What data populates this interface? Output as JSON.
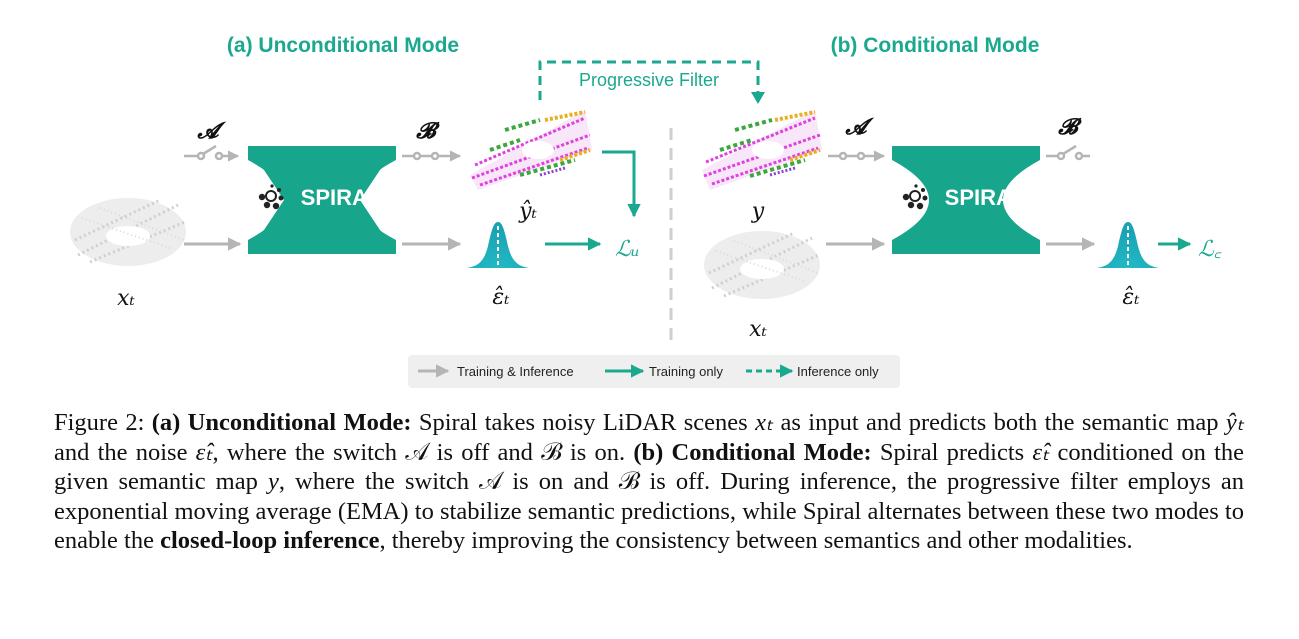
{
  "diagram": {
    "panel_a_title": "(a) Unconditional Mode",
    "panel_b_title": "(b) Conditional Mode",
    "progressive_filter_label": "Progressive Filter",
    "model_label": "SPIRAL",
    "switch_a_label": "𝓐",
    "switch_b_label": "𝓑",
    "symbols": {
      "x_t": "xₜ",
      "y_hat_t": "ŷₜ",
      "eps_hat_t": "ε̂ₜ",
      "y": "y",
      "loss_u": "ℒᵤ",
      "loss_c": "ℒ꜀"
    },
    "legend": {
      "training_and_inference": "Training & Inference",
      "training_only": "Training only",
      "inference_only": "Inference only"
    },
    "colors": {
      "teal": "#1aa88f",
      "dark_teal": "#17a58c",
      "gray_arrow": "#b5b5b5",
      "legend_bg": "#efefef"
    }
  },
  "caption": {
    "figure_label": "Figure 2: ",
    "a_label": "(a) Unconditional Mode:",
    "a_text_1": " Spiral takes noisy LiDAR scenes ",
    "a_x_t": "xₜ",
    "a_text_2": " as input and predicts both the semantic map ",
    "a_y_hat": "ŷₜ",
    "a_text_3": " and the noise ",
    "a_eps": "ε̂ₜ",
    "a_text_4": ", where the switch ",
    "a_A": "𝒜",
    "a_text_5": " is off and ",
    "a_B": "ℬ",
    "a_text_6": " is on. ",
    "b_label": "(b) Conditional Mode:",
    "b_text_1": " Spiral predicts ",
    "b_eps": "ε̂ₜ",
    "b_text_2": " conditioned on the given semantic map ",
    "b_y": "y",
    "b_text_3": ", where the switch ",
    "b_A": "𝒜",
    "b_text_4": " is on and ",
    "b_B": "ℬ",
    "b_text_5": " is off. During inference, the progressive filter employs an exponential moving average (EMA) to stabilize semantic predictions, while Spiral alternates between these two modes to enable the ",
    "b_bold": "closed-loop inference",
    "b_text_6": ", thereby improving the consistency between semantics and other modalities."
  }
}
